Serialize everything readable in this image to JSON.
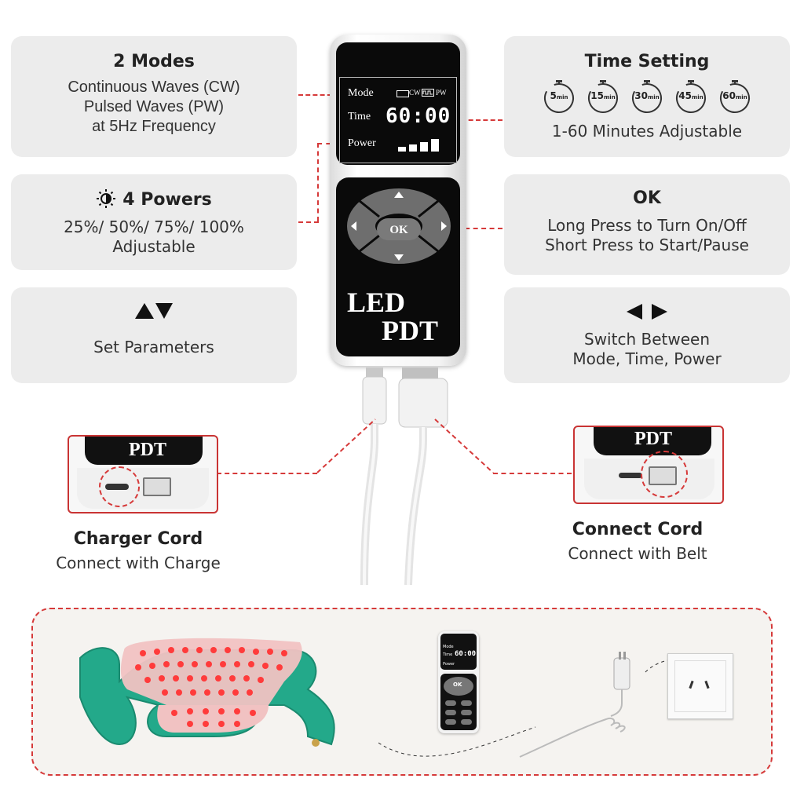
{
  "modes": {
    "title": "2 Modes",
    "lines": [
      "Continuous  Waves (CW)",
      "Pulsed Waves (PW)",
      "at 5Hz Frequency"
    ]
  },
  "powers": {
    "title": "4 Powers",
    "icon": "brightness-icon",
    "lines": [
      "25%/ 50%/ 75%/ 100%",
      "Adjustable"
    ]
  },
  "setparams": {
    "icon": "up-down-arrows-icon",
    "text": "Set Parameters"
  },
  "time": {
    "title": "Time Setting",
    "timers": [
      "5",
      "15",
      "30",
      "45",
      "60"
    ],
    "unit": "min",
    "sub": "1-60 Minutes Adjustable"
  },
  "ok": {
    "title": "OK",
    "lines": [
      "Long Press to Turn On/Off",
      "Short Press to Start/Pause"
    ]
  },
  "switch": {
    "icon": "left-right-arrows-icon",
    "lines": [
      "Switch Between",
      "Mode, Time, Power"
    ]
  },
  "remote": {
    "mode_label": "Mode",
    "cw": "CW",
    "pw": "PW",
    "time_label": "Time",
    "time_value": "60:00",
    "power_label": "Power",
    "ok_label": "OK",
    "brand_line1": "LED",
    "brand_line2": "PDT"
  },
  "charger": {
    "title": "Charger Cord",
    "sub": "Connect with Charge",
    "inset_text": "PDT"
  },
  "connect": {
    "title": "Connect Cord",
    "sub": "Connect with Belt",
    "inset_text": "PDT"
  },
  "mini_remote": {
    "mode": "Mode",
    "time": "Time",
    "power": "Power",
    "time_value": "60:00",
    "ok": "OK"
  },
  "colors": {
    "accent_red": "#d63a3a",
    "belt_green": "#23a98a",
    "led_red": "#ff3b3b",
    "card_gray": "#ececec"
  }
}
